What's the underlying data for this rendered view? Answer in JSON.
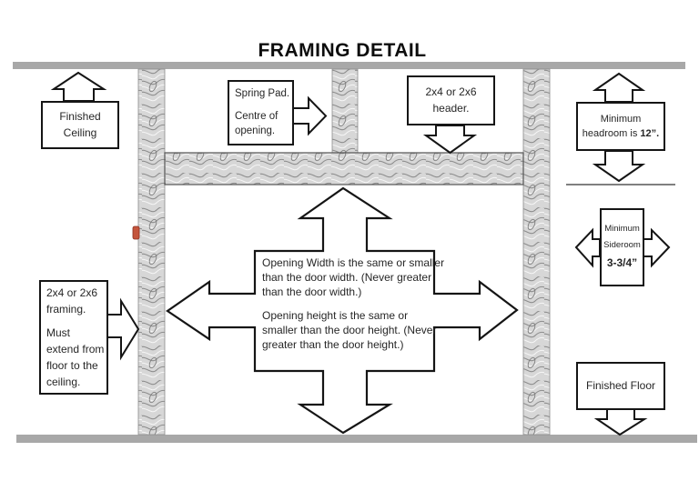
{
  "title": "FRAMING DETAIL",
  "boxes": {
    "finished_ceiling": {
      "lines": [
        "Finished",
        "Ceiling"
      ]
    },
    "spring_pad": {
      "lines": [
        "Spring Pad.",
        "Centre of",
        "opening."
      ]
    },
    "header": {
      "lines": [
        "2x4 or 2x6",
        "header."
      ]
    },
    "headroom": {
      "line1": "Minimum",
      "line2_prefix": "headroom is ",
      "line2_value": "12”."
    },
    "sideroom": {
      "line1": "Minimum",
      "line2": "Sideroom",
      "value": "3-3/4”"
    },
    "framing": {
      "lines_a": [
        "2x4 or 2x6",
        "framing."
      ],
      "lines_b": [
        "Must",
        "extend from",
        "floor to the",
        "ceiling."
      ]
    },
    "finished_floor": {
      "label": "Finished Floor"
    },
    "opening_rules": {
      "width_rule": "Opening Width is the same or smaller than the door width. (Never greater than the door width.)",
      "height_rule": "Opening height is the same or smaller than the door height. (Never greater than the door height.)"
    }
  },
  "colors": {
    "bar_gray": "#a8a8a8",
    "outline": "#151515",
    "wood_base": "#d7d7d7",
    "red_mark": "#c4553c"
  }
}
